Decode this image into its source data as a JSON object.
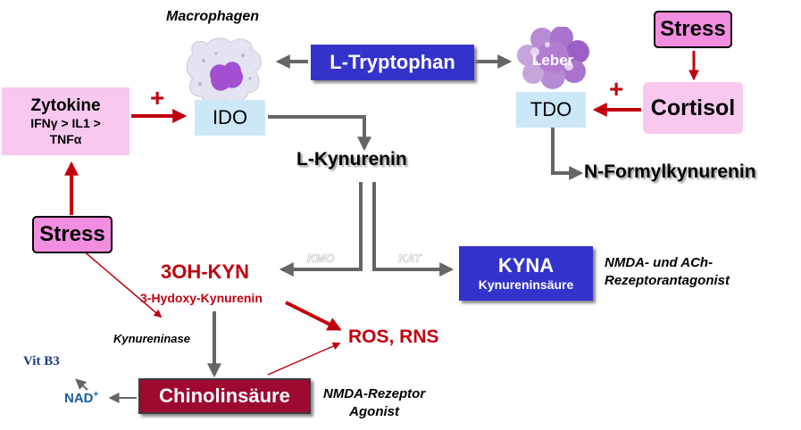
{
  "nodes": {
    "macrophage_label": "Macrophagen",
    "tryptophan": "L-Tryptophan",
    "liver_label": "Leber",
    "stress_top": "Stress",
    "tdo": "TDO",
    "ido": "IDO",
    "cortisol": "Cortisol",
    "cytokine_title": "Zytokine",
    "cytokine_line2": "IFNγ > IL1 >",
    "cytokine_line3": "TNFα",
    "kynurenine": "L-Kynurenin",
    "formylkynurenine": "N-Formylkynurenin",
    "stress_left": "Stress",
    "ohkyn": "3OH-KYN",
    "ohkyn_sub": "3-Hydoxy-Kynurenin",
    "kyna": "KYNA",
    "kyna_sub": "Kynureninsäure",
    "kyna_note_1": "NMDA- und ACh-",
    "kyna_note_2": "Rezeptorantagonist",
    "kynureninase": "Kynureninase",
    "ros": "ROS, RNS",
    "vitb3": "Vit B3",
    "nad": "NAD",
    "nad_sup": "+",
    "chinolin": "Chinolinsäure",
    "chinolin_note_1": "NMDA-Rezeptor",
    "chinolin_note_2": "Agonist",
    "kmo": "KMO",
    "kat": "KAT",
    "plus_1": "+",
    "plus_2": "+"
  },
  "colors": {
    "red": "#c0000e",
    "blue_box": "#3333cc",
    "pink_box": "#f8c8ef",
    "light_blue_box": "#cce8f8",
    "dark_red_box": "#9e0930",
    "gray_arrow": "#666666",
    "nad_blue": "#1a5c9e"
  },
  "icons": [
    "macrophage-icon",
    "liver-icon"
  ]
}
